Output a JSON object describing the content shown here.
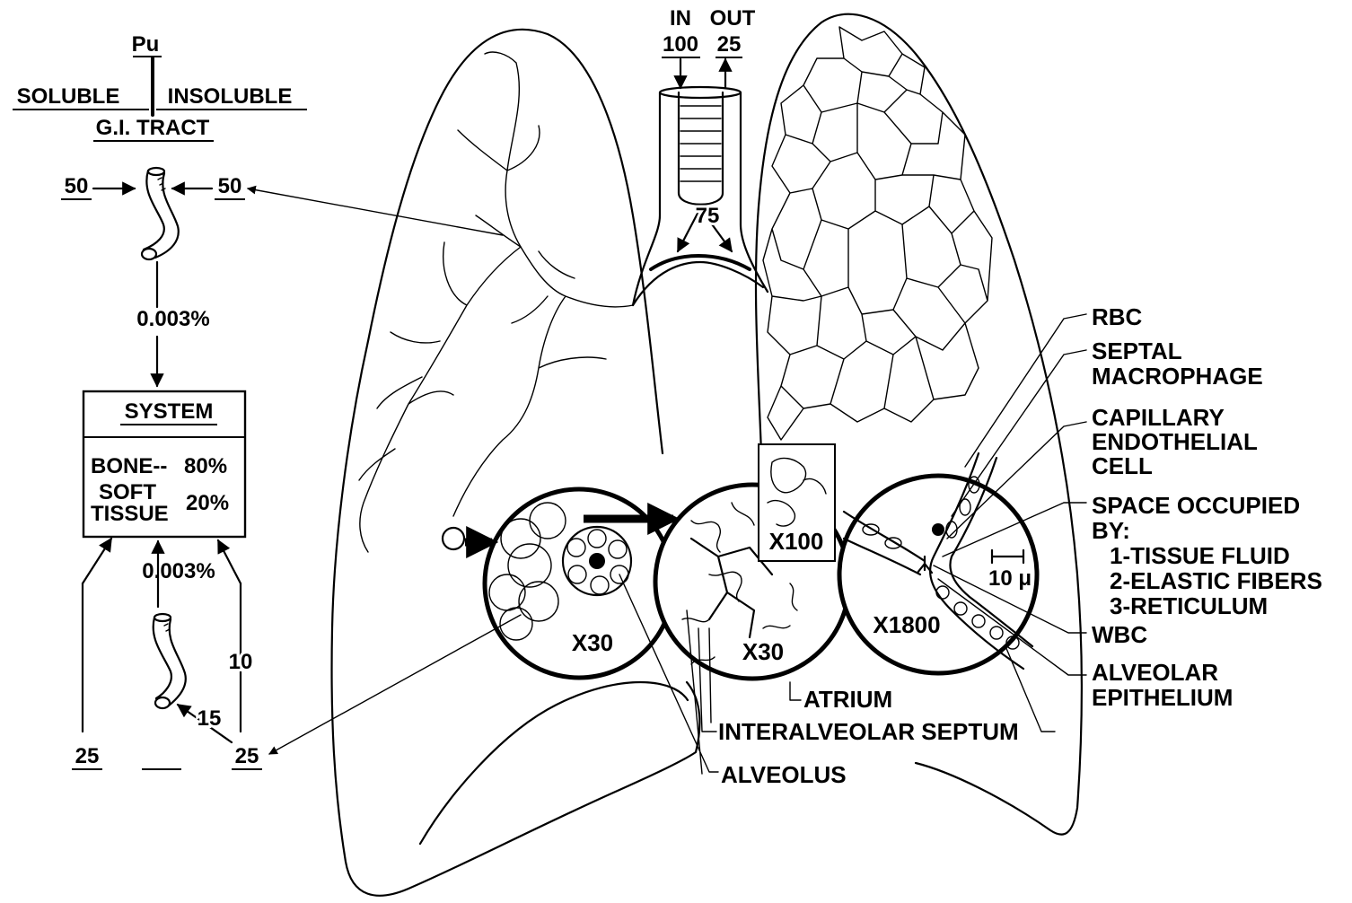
{
  "left_panel": {
    "pu": "Pu",
    "soluble": "SOLUBLE",
    "insoluble": "INSOLUBLE",
    "gi_tract": "G.I. TRACT",
    "in_soluble": "50",
    "in_insoluble": "50",
    "gi_absorption": "0.003%",
    "system_title": "SYSTEM",
    "bone_label": "BONE--",
    "bone_pct": "80%",
    "soft_label_1": "SOFT",
    "soft_label_2": "TISSUE",
    "soft_pct": "20%",
    "lower_absorption": "0.003%",
    "lymph_to_system": "10",
    "to_gut": "15",
    "bottom_left": "25",
    "bottom_right": "25"
  },
  "trachea": {
    "in_label": "IN",
    "out_label": "OUT",
    "in_value": "100",
    "out_value": "25",
    "deposited": "75"
  },
  "magnifications": {
    "circle1": "X30",
    "circle2": "X30",
    "inset": "X100",
    "circle3": "X1800",
    "scale_bar": "10 μ"
  },
  "labels": {
    "rbc": "RBC",
    "septal_1": "SEPTAL",
    "septal_2": "MACROPHAGE",
    "capillary_1": "CAPILLARY",
    "capillary_2": "ENDOTHELIAL",
    "capillary_3": "CELL",
    "space_1": "SPACE OCCUPIED",
    "space_2": "BY:",
    "space_3": "1-TISSUE FLUID",
    "space_4": "2-ELASTIC FIBERS",
    "space_5": "3-RETICULUM",
    "wbc": "WBC",
    "alveolar_1": "ALVEOLAR",
    "alveolar_2": "EPITHELIUM",
    "atrium": "ATRIUM",
    "septum": "INTERALVEOLAR SEPTUM",
    "alveolus": "ALVEOLUS"
  }
}
